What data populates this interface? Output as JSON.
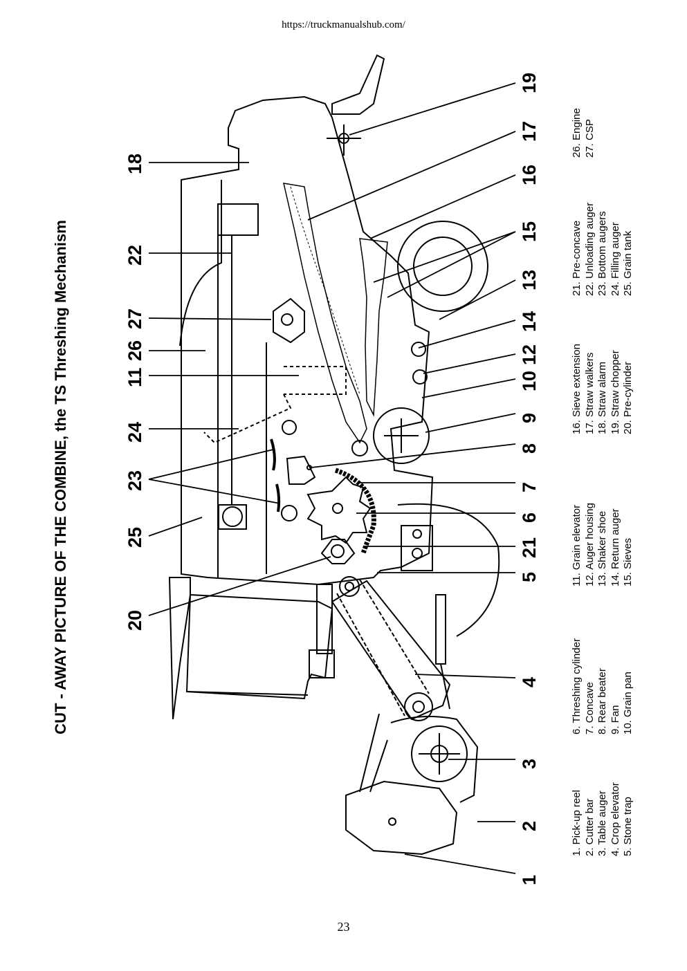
{
  "header": {
    "url": "https://truckmanualshub.com/"
  },
  "title": "CUT - AWAY  PICTURE  OF  THE  COMBINE, the TS Threshing Mechanism",
  "page_number": "23",
  "callouts": [
    "1",
    "2",
    "3",
    "4",
    "5",
    "21",
    "6",
    "7",
    "8",
    "9",
    "10",
    "11",
    "12",
    "13",
    "14",
    "15",
    "16",
    "17",
    "19",
    "20",
    "25",
    "23",
    "24",
    "26",
    "27",
    "22",
    "18"
  ],
  "legend": {
    "col1": [
      "1. Pick-up reel",
      "2. Cutter bar",
      "3. Table auger",
      "4. Crop elevator",
      "5. Stone trap"
    ],
    "col2": [
      "6. Threshing cylinder",
      "7.  Concave",
      "8.  Rear beater",
      "9.  Fan",
      "10. Grain pan"
    ],
    "col3": [
      "11. Grain elevator",
      "12. Auger housing",
      "13. Shaker shoe",
      "14. Return auger",
      "15. Sieves"
    ],
    "col4": [
      "16. Sieve extension",
      "17. Straw walkers",
      "18. Straw alarm",
      "19. Straw chopper",
      "20. Pre-cylinder"
    ],
    "col5": [
      "21. Pre-concave",
      "22. Unloading auger",
      "23. Bottom augers",
      "24. Filling auger",
      "25. Grain tank"
    ],
    "col6": [
      "26. Engine",
      "27. CSP"
    ]
  }
}
